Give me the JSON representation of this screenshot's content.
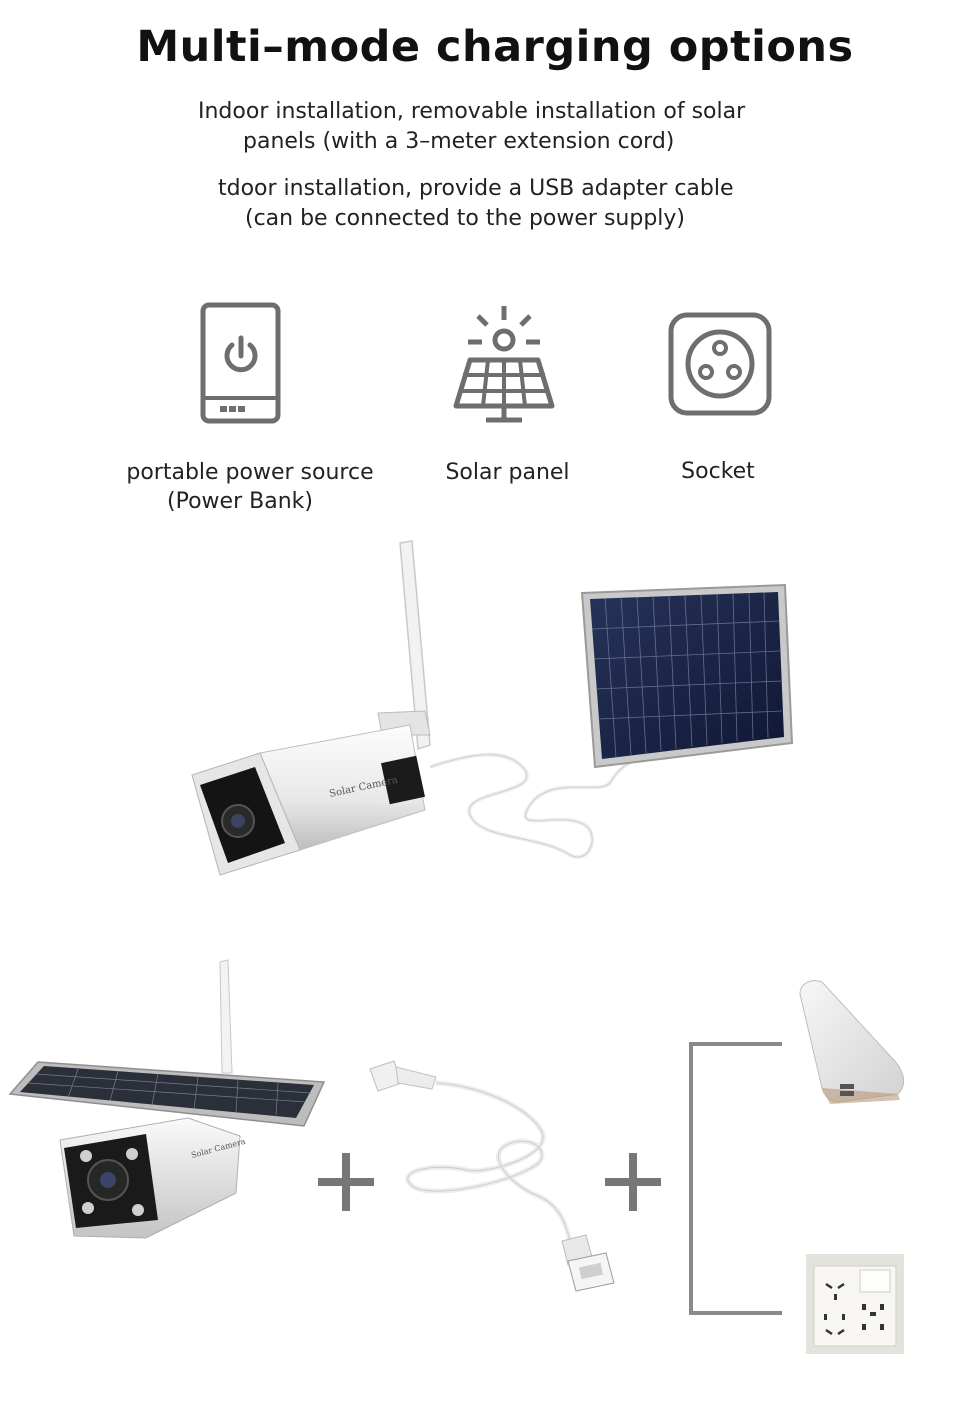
{
  "header": {
    "title": "Multi–mode charging options"
  },
  "descriptions": {
    "indoor_line1": "Indoor installation, removable installation of solar",
    "indoor_line2": "panels (with a 3–meter extension cord)",
    "outdoor_line1": "tdoor installation, provide a USB adapter cable",
    "outdoor_line2": "(can be connected to the power supply)"
  },
  "options": [
    {
      "icon": "power-bank-icon",
      "line1": "portable power source",
      "line2": "(Power Bank)"
    },
    {
      "icon": "solar-panel-icon",
      "line1": "Solar panel"
    },
    {
      "icon": "socket-icon",
      "line1": "Socket"
    }
  ],
  "product_labels": {
    "camera_brand": "Solar Camera"
  },
  "colors": {
    "icon_gray": "#6e6e6e",
    "text": "#222222"
  }
}
